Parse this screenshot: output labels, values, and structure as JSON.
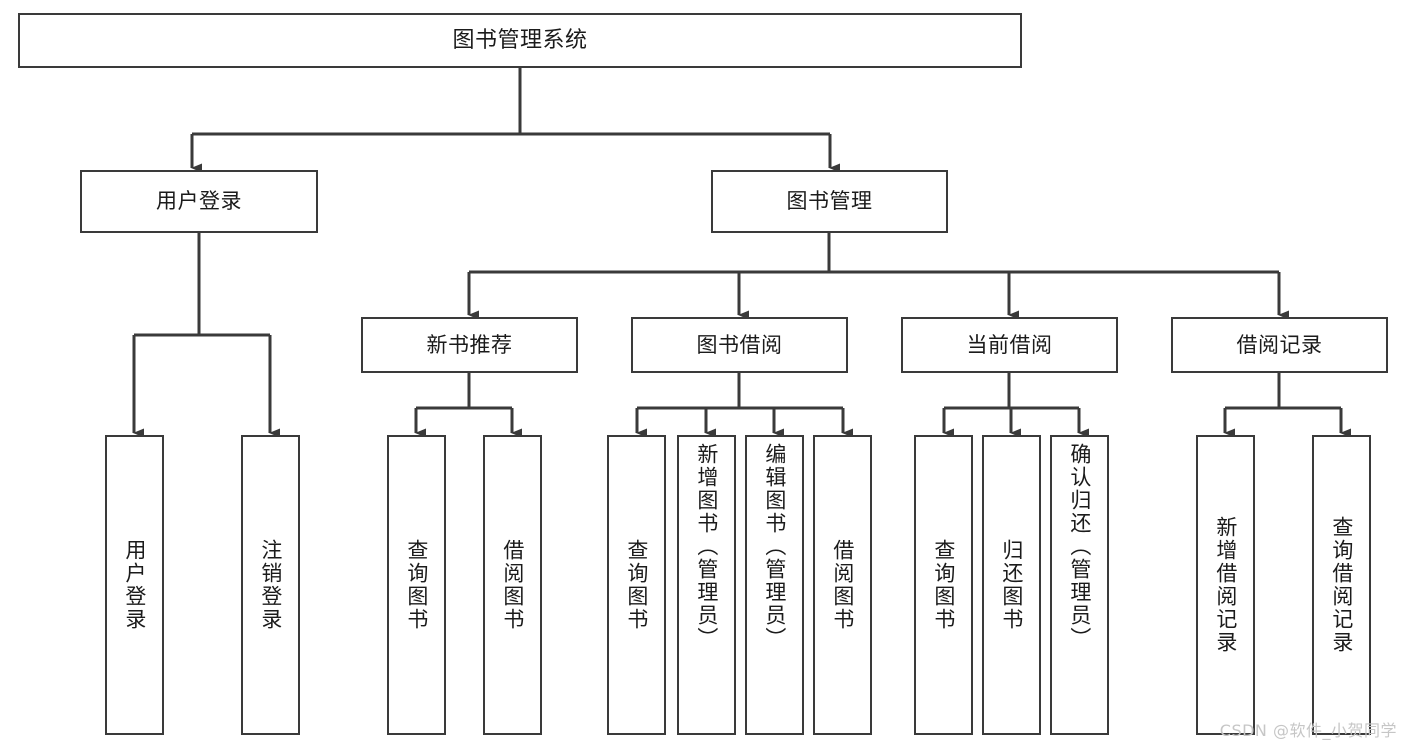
{
  "diagram": {
    "title": "图书管理系统",
    "type": "tree-hierarchy",
    "watermark": "CSDN @软件_小贺同学",
    "colors": {
      "box_border": "#3a3a3a",
      "box_fill": "#ffffff",
      "text": "#1b1b1b",
      "edge": "#3a3a3a",
      "watermark": "#c6c6c6"
    },
    "nodes": {
      "root": {
        "label": "图书管理系统"
      },
      "level1": [
        {
          "id": "user-login",
          "label": "用户登录"
        },
        {
          "id": "book-manage",
          "label": "图书管理"
        }
      ],
      "level2": [
        {
          "id": "new-book-recommend",
          "label": "新书推荐"
        },
        {
          "id": "book-borrow",
          "label": "图书借阅"
        },
        {
          "id": "current-borrow",
          "label": "当前借阅"
        },
        {
          "id": "borrow-record",
          "label": "借阅记录"
        }
      ],
      "leaves": {
        "user_login": [
          {
            "id": "leaf-user-login",
            "label": "用户登录"
          },
          {
            "id": "leaf-logout-login",
            "label": "注销登录"
          }
        ],
        "new_book_recommend": [
          {
            "id": "leaf-query-book-1",
            "label": "查询图书"
          },
          {
            "id": "leaf-borrow-book-1",
            "label": "借阅图书"
          }
        ],
        "book_borrow": [
          {
            "id": "leaf-query-book-2",
            "label": "查询图书"
          },
          {
            "id": "leaf-add-book",
            "label": "新增图书（管理员）"
          },
          {
            "id": "leaf-edit-book",
            "label": "编辑图书（管理员）"
          },
          {
            "id": "leaf-borrow-book-2",
            "label": "借阅图书"
          }
        ],
        "current_borrow": [
          {
            "id": "leaf-query-book-3",
            "label": "查询图书"
          },
          {
            "id": "leaf-return-book",
            "label": "归还图书"
          },
          {
            "id": "leaf-confirm-return",
            "label": "确认归还（管理员）"
          }
        ],
        "borrow_record": [
          {
            "id": "leaf-add-record",
            "label": "新增借阅记录"
          },
          {
            "id": "leaf-query-record",
            "label": "查询借阅记录"
          }
        ]
      }
    }
  }
}
